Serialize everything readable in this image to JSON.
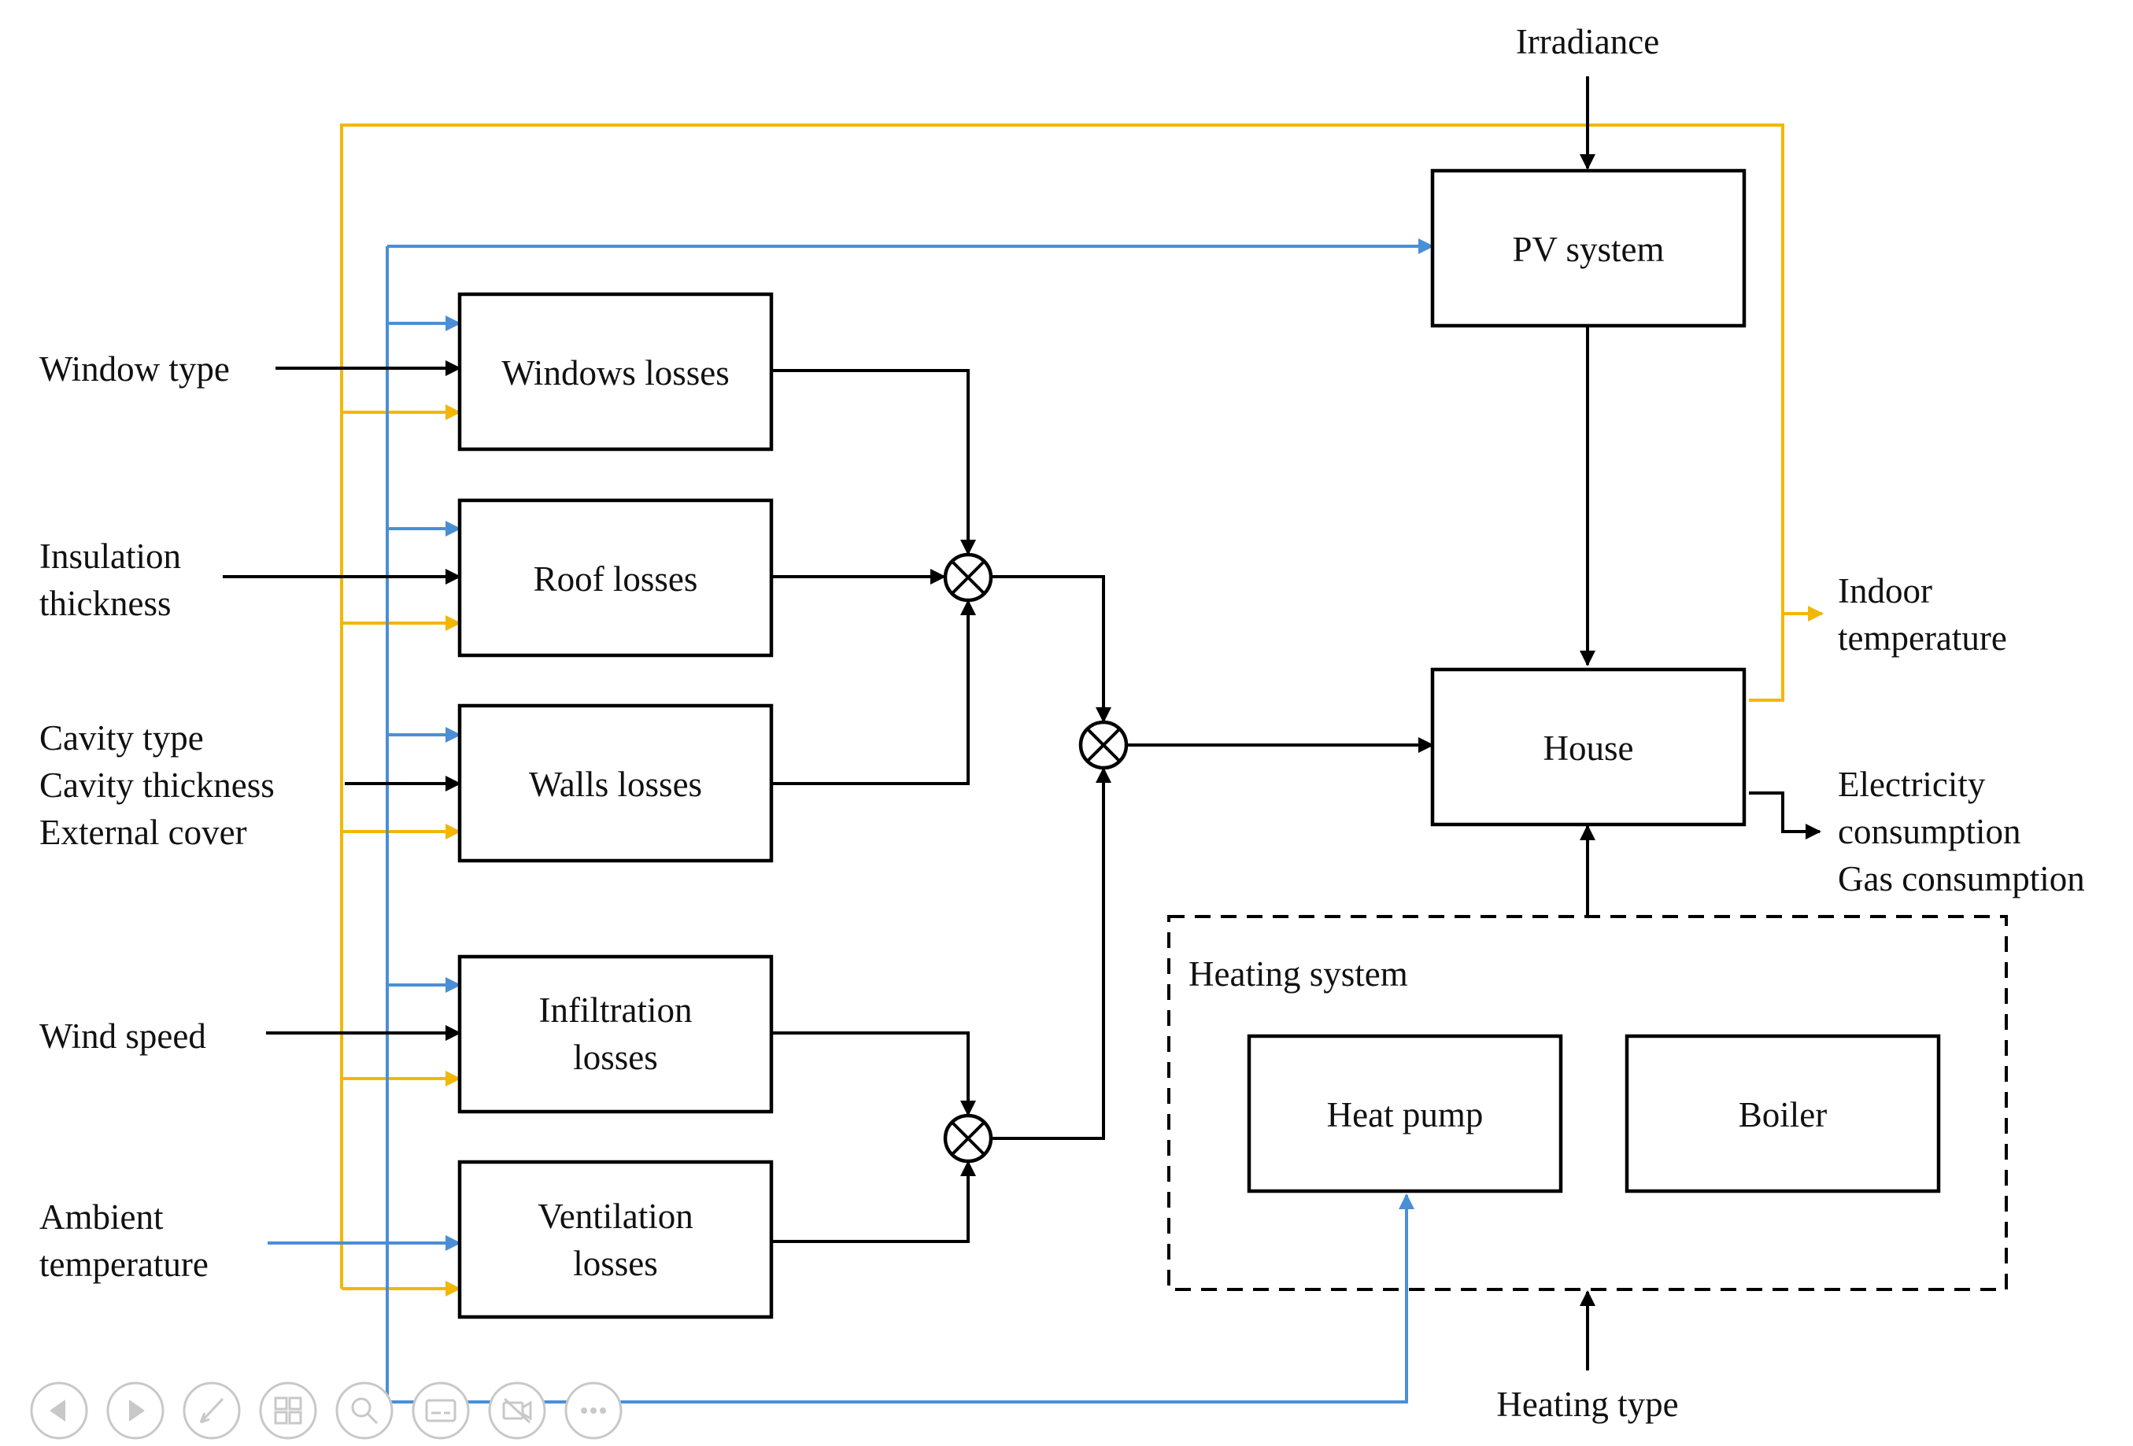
{
  "colors": {
    "blue": "#4a8fd6",
    "yellow": "#f2b705",
    "black": "#000000"
  },
  "inputs": {
    "irradiance": "Irradiance",
    "window_type": "Window type",
    "insulation": [
      "Insulation",
      "thickness"
    ],
    "cavity": [
      "Cavity type",
      "Cavity thickness",
      "External cover"
    ],
    "wind_speed": "Wind speed",
    "ambient": [
      "Ambient",
      "temperature"
    ],
    "heating_type": "Heating type"
  },
  "blocks": {
    "pv_system": "PV system",
    "windows_losses": "Windows losses",
    "roof_losses": "Roof losses",
    "walls_losses": "Walls losses",
    "infiltration_losses": [
      "Infiltration",
      "losses"
    ],
    "ventilation_losses": [
      "Ventilation",
      "losses"
    ],
    "house": "House",
    "heating_system": "Heating system",
    "heat_pump": "Heat pump",
    "boiler": "Boiler"
  },
  "outputs": {
    "indoor_temperature": [
      "Indoor",
      "temperature"
    ],
    "consumption": [
      "Electricity",
      "consumption",
      "Gas consumption"
    ]
  },
  "slideshow_controls": [
    "previous-icon",
    "next-icon",
    "pen-icon",
    "slides-icon",
    "zoom-icon",
    "subtitles-icon",
    "camera-off-icon",
    "more-icon"
  ]
}
